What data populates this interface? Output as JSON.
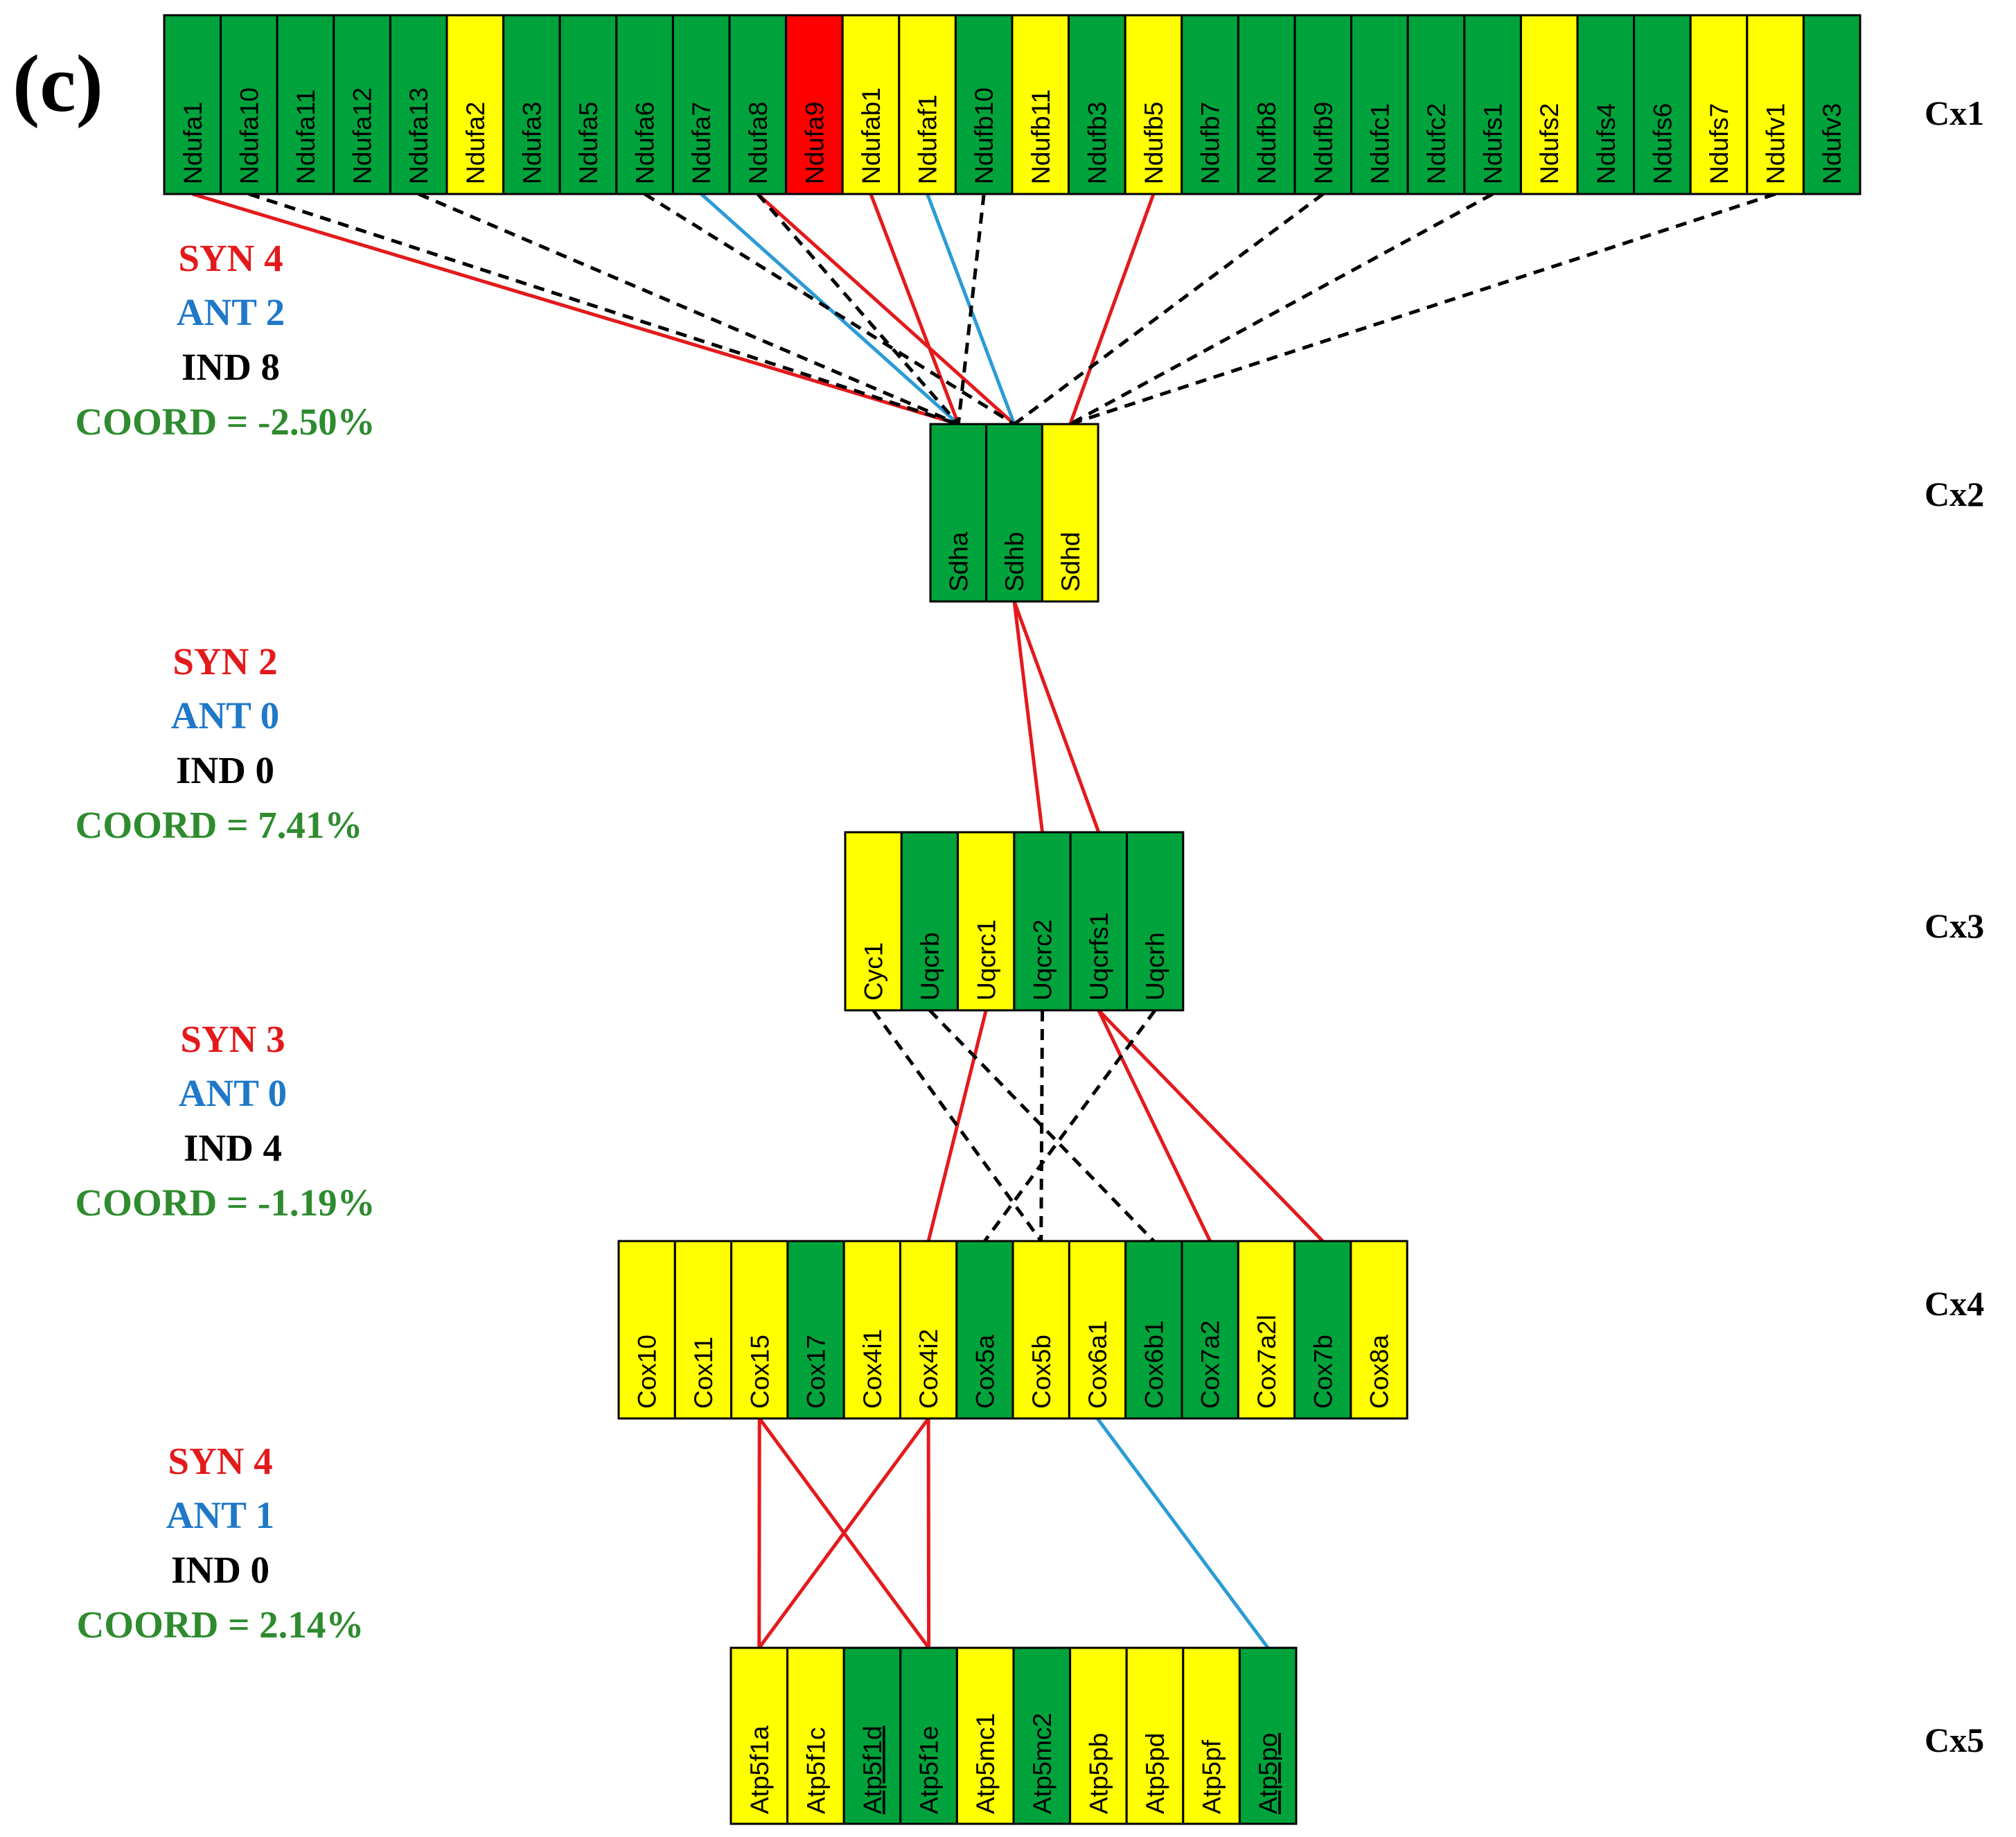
{
  "panel_label": "(c)",
  "colors": {
    "up_yellow": "#ffff00",
    "green": "#00a33b",
    "red_gene": "#ff0000",
    "syn_line": "#e31a1c",
    "ant_line": "#2b9bd6",
    "ind_line": "#000000",
    "syn_text": "#e31a1c",
    "ant_text": "#1f78c8",
    "ind_text": "#000000",
    "coord_text": "#2e8b2e"
  },
  "complexes": [
    {
      "label": "Cx1",
      "genes": [
        {
          "name": "Ndufa1",
          "color": "green"
        },
        {
          "name": "Ndufa10",
          "color": "green"
        },
        {
          "name": "Ndufa11",
          "color": "green"
        },
        {
          "name": "Ndufa12",
          "color": "green"
        },
        {
          "name": "Ndufa13",
          "color": "green"
        },
        {
          "name": "Ndufa2",
          "color": "yellow"
        },
        {
          "name": "Ndufa3",
          "color": "green"
        },
        {
          "name": "Ndufa5",
          "color": "green"
        },
        {
          "name": "Ndufa6",
          "color": "green"
        },
        {
          "name": "Ndufa7",
          "color": "green"
        },
        {
          "name": "Ndufa8",
          "color": "green"
        },
        {
          "name": "Ndufa9",
          "color": "red"
        },
        {
          "name": "Ndufab1",
          "color": "yellow"
        },
        {
          "name": "Ndufaf1",
          "color": "yellow"
        },
        {
          "name": "Ndufb10",
          "color": "green"
        },
        {
          "name": "Ndufb11",
          "color": "yellow"
        },
        {
          "name": "Ndufb3",
          "color": "green"
        },
        {
          "name": "Ndufb5",
          "color": "yellow"
        },
        {
          "name": "Ndufb7",
          "color": "green"
        },
        {
          "name": "Ndufb8",
          "color": "green"
        },
        {
          "name": "Ndufb9",
          "color": "green"
        },
        {
          "name": "Ndufc1",
          "color": "green"
        },
        {
          "name": "Ndufc2",
          "color": "green"
        },
        {
          "name": "Ndufs1",
          "color": "green"
        },
        {
          "name": "Ndufs2",
          "color": "yellow"
        },
        {
          "name": "Ndufs4",
          "color": "green"
        },
        {
          "name": "Ndufs6",
          "color": "green"
        },
        {
          "name": "Ndufs7",
          "color": "yellow"
        },
        {
          "name": "Ndufv1",
          "color": "yellow"
        },
        {
          "name": "Ndufv3",
          "color": "green"
        }
      ]
    },
    {
      "label": "Cx2",
      "genes": [
        {
          "name": "Sdha",
          "color": "green"
        },
        {
          "name": "Sdhb",
          "color": "green"
        },
        {
          "name": "Sdhd",
          "color": "yellow"
        }
      ]
    },
    {
      "label": "Cx3",
      "genes": [
        {
          "name": "Cyc1",
          "color": "yellow"
        },
        {
          "name": "Uqcrb",
          "color": "green"
        },
        {
          "name": "Uqcrc1",
          "color": "yellow"
        },
        {
          "name": "Uqcrc2",
          "color": "green"
        },
        {
          "name": "Uqcrfs1",
          "color": "green"
        },
        {
          "name": "Uqcrh",
          "color": "green"
        }
      ]
    },
    {
      "label": "Cx4",
      "genes": [
        {
          "name": "Cox10",
          "color": "yellow"
        },
        {
          "name": "Cox11",
          "color": "yellow"
        },
        {
          "name": "Cox15",
          "color": "yellow"
        },
        {
          "name": "Cox17",
          "color": "green"
        },
        {
          "name": "Cox4i1",
          "color": "yellow"
        },
        {
          "name": "Cox4i2",
          "color": "yellow"
        },
        {
          "name": "Cox5a",
          "color": "green"
        },
        {
          "name": "Cox5b",
          "color": "yellow"
        },
        {
          "name": "Cox6a1",
          "color": "yellow"
        },
        {
          "name": "Cox6b1",
          "color": "green"
        },
        {
          "name": "Cox7a2",
          "color": "green"
        },
        {
          "name": "Cox7a2l",
          "color": "yellow"
        },
        {
          "name": "Cox7b",
          "color": "green"
        },
        {
          "name": "Cox8a",
          "color": "yellow"
        }
      ]
    },
    {
      "label": "Cx5",
      "genes": [
        {
          "name": "Atp5f1a",
          "color": "yellow",
          "underline": false
        },
        {
          "name": "Atp5f1c",
          "color": "yellow",
          "underline": false
        },
        {
          "name": "Atp5f1d",
          "color": "green",
          "underline": true
        },
        {
          "name": "Atp5f1e",
          "color": "green",
          "underline": false
        },
        {
          "name": "Atp5mc1",
          "color": "yellow",
          "underline": false
        },
        {
          "name": "Atp5mc2",
          "color": "green",
          "underline": false
        },
        {
          "name": "Atp5pb",
          "color": "yellow",
          "underline": false
        },
        {
          "name": "Atp5pd",
          "color": "yellow",
          "underline": false
        },
        {
          "name": "Atp5pf",
          "color": "yellow",
          "underline": false
        },
        {
          "name": "Atp5po",
          "color": "green",
          "underline": true
        }
      ]
    }
  ],
  "links": [
    {
      "from": "Ndufa1",
      "to": "Sdha",
      "type": "syn"
    },
    {
      "from": "Ndufab1",
      "to": "Sdha",
      "type": "syn"
    },
    {
      "from": "Ndufa8",
      "to": "Sdhb",
      "type": "syn"
    },
    {
      "from": "Ndufb5",
      "to": "Sdhd",
      "type": "syn"
    },
    {
      "from": "Ndufa7",
      "to": "Sdha",
      "type": "ant"
    },
    {
      "from": "Ndufaf1",
      "to": "Sdhb",
      "type": "ant"
    },
    {
      "from": "Ndufa10",
      "to": "Sdha",
      "type": "ind"
    },
    {
      "from": "Ndufa13",
      "to": "Sdha",
      "type": "ind"
    },
    {
      "from": "Ndufa6",
      "to": "Sdhb",
      "type": "ind"
    },
    {
      "from": "Ndufa8",
      "to": "Sdha",
      "type": "ind"
    },
    {
      "from": "Ndufb10",
      "to": "Sdha",
      "type": "ind"
    },
    {
      "from": "Ndufb9",
      "to": "Sdhb",
      "type": "ind"
    },
    {
      "from": "Ndufs1",
      "to": "Sdhd",
      "type": "ind"
    },
    {
      "from": "Ndufv1",
      "to": "Sdhd",
      "type": "ind"
    },
    {
      "from": "Sdhb",
      "to": "Uqcrc2",
      "type": "syn"
    },
    {
      "from": "Sdhb",
      "to": "Uqcrfs1",
      "type": "syn"
    },
    {
      "from": "Uqcrc1",
      "to": "Cox4i2",
      "type": "syn"
    },
    {
      "from": "Uqcrfs1",
      "to": "Cox7a2",
      "type": "syn"
    },
    {
      "from": "Uqcrfs1",
      "to": "Cox7b",
      "type": "syn"
    },
    {
      "from": "Cyc1",
      "to": "Cox5b",
      "type": "ind"
    },
    {
      "from": "Uqcrb",
      "to": "Cox6b1",
      "type": "ind"
    },
    {
      "from": "Uqcrc2",
      "to": "Cox5b",
      "type": "ind"
    },
    {
      "from": "Uqcrh",
      "to": "Cox5a",
      "type": "ind"
    },
    {
      "from": "Cox15",
      "to": "Atp5f1a",
      "type": "syn"
    },
    {
      "from": "Cox15",
      "to": "Atp5f1e",
      "type": "syn"
    },
    {
      "from": "Cox4i2",
      "to": "Atp5f1a",
      "type": "syn"
    },
    {
      "from": "Cox4i2",
      "to": "Atp5f1e",
      "type": "syn"
    },
    {
      "from": "Cox6a1",
      "to": "Atp5po",
      "type": "ant"
    }
  ],
  "stats": [
    {
      "syn": "SYN 4",
      "ant": "ANT 2",
      "ind": "IND 8",
      "coord": "COORD = -2.50%"
    },
    {
      "syn": "SYN 2",
      "ant": "ANT 0",
      "ind": "IND 0",
      "coord": "COORD = 7.41%"
    },
    {
      "syn": "SYN 3",
      "ant": "ANT 0",
      "ind": "IND 4",
      "coord": "COORD = -1.19%"
    },
    {
      "syn": "SYN 4",
      "ant": "ANT 1",
      "ind": "IND 0",
      "coord": "COORD = 2.14%"
    }
  ]
}
